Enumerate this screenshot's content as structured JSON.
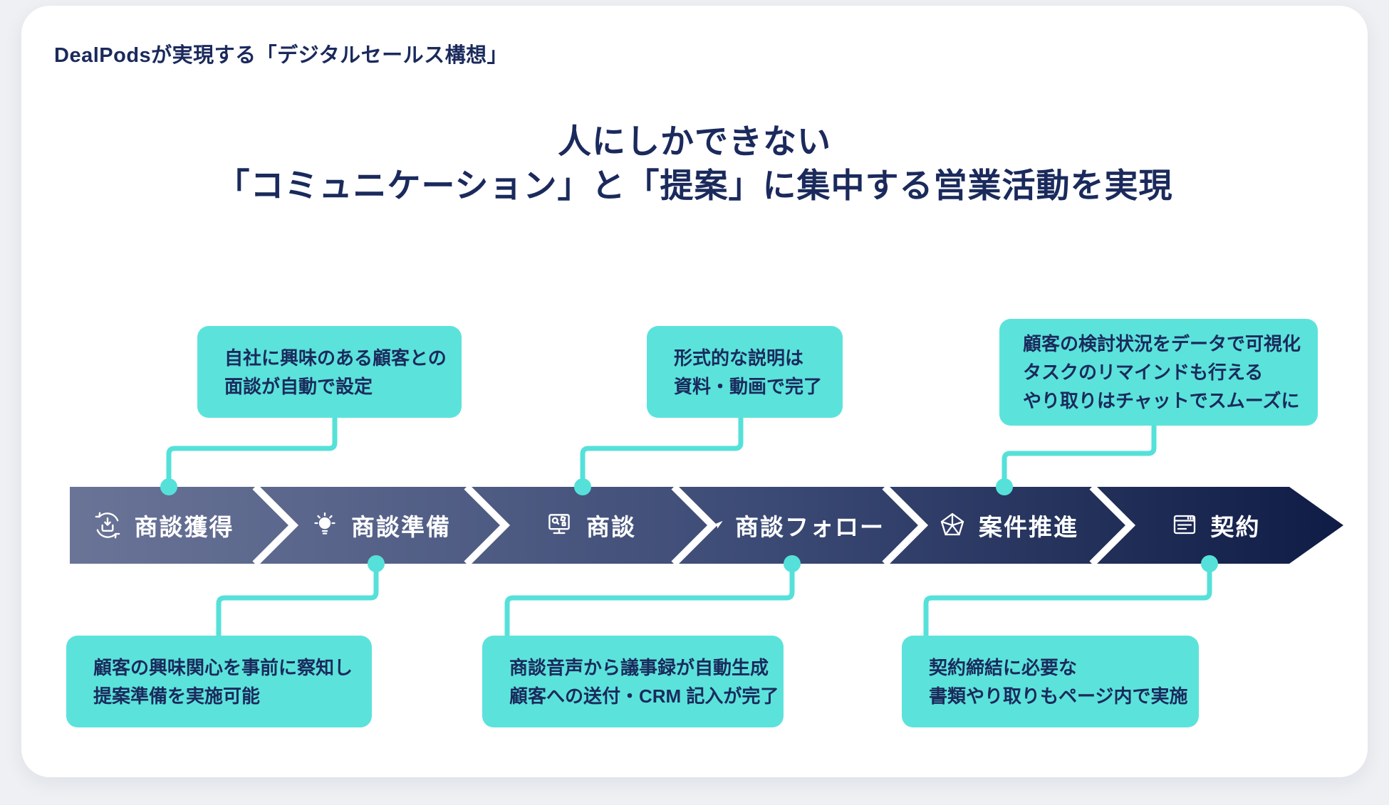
{
  "header": {
    "title": "DealPodsが実現する「デジタルセールス構想」"
  },
  "headline": {
    "line1": "人にしかできない",
    "line2": "「コミュニケーション」と「提案」に集中する営業活動を実現"
  },
  "colors": {
    "accent_teal": "#5be3db",
    "navy_text": "#1b2a5c",
    "band_gradient_start": "#6a7497",
    "band_gradient_end": "#0f1c45",
    "stage_text": "#ffffff"
  },
  "stages": [
    {
      "label": "商談獲得",
      "icon": "meeting-acquisition-icon"
    },
    {
      "label": "商談準備",
      "icon": "lightbulb-icon"
    },
    {
      "label": "商談",
      "icon": "monitor-icon"
    },
    {
      "label": "商談フォロー",
      "icon": "paper-plane-icon"
    },
    {
      "label": "案件推進",
      "icon": "pentagon-radar-icon"
    },
    {
      "label": "契約",
      "icon": "contract-icon"
    }
  ],
  "callouts_top": [
    {
      "lines": [
        "自社に興味のある顧客との",
        "面談が自動で設定"
      ]
    },
    {
      "lines": [
        "形式的な説明は",
        "資料・動画で完了"
      ]
    },
    {
      "lines": [
        "顧客の検討状況をデータで可視化",
        "タスクのリマインドも行える",
        "やり取りはチャットでスムーズに"
      ]
    }
  ],
  "callouts_bottom": [
    {
      "lines": [
        "顧客の興味関心を事前に察知し",
        "提案準備を実施可能"
      ]
    },
    {
      "lines": [
        "商談音声から議事録が自動生成",
        "顧客への送付・CRM 記入が完了"
      ]
    },
    {
      "lines": [
        "契約締結に必要な",
        "書類やり取りもページ内で実施"
      ]
    }
  ]
}
